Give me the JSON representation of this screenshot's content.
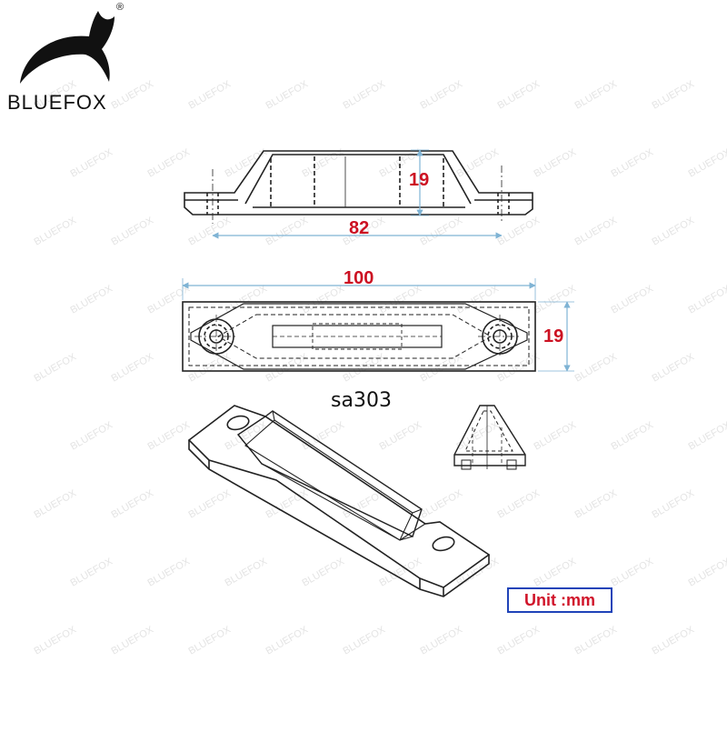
{
  "brand": {
    "name": "BLUEFOX",
    "registered_mark": "®",
    "watermark_text": "BLUEFOX"
  },
  "drawing": {
    "model": "sa303",
    "unit_label": "Unit :mm",
    "dimensions": {
      "side_view_height": "19",
      "side_view_hole_spacing": "82",
      "top_view_length": "100",
      "top_view_width": "19"
    }
  },
  "colors": {
    "line": "#222222",
    "dimension_line": "#7fb3d4",
    "dimension_text": "#cc1122",
    "unit_border": "#1f43b8",
    "watermark": "#e4e4e4"
  }
}
